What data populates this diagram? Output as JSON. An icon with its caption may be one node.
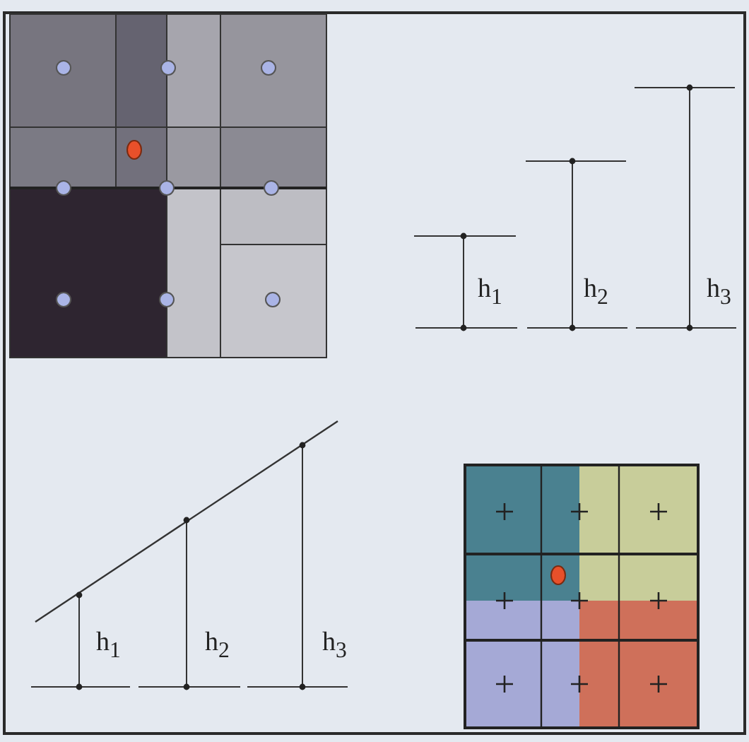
{
  "diagram": {
    "labels": [
      "h$_{1}$",
      "h$_{2}$",
      "h$_{3}$",
      "h$_{1}$",
      "h$_{2}$",
      "h$_{3}$"
    ]
  }
}
